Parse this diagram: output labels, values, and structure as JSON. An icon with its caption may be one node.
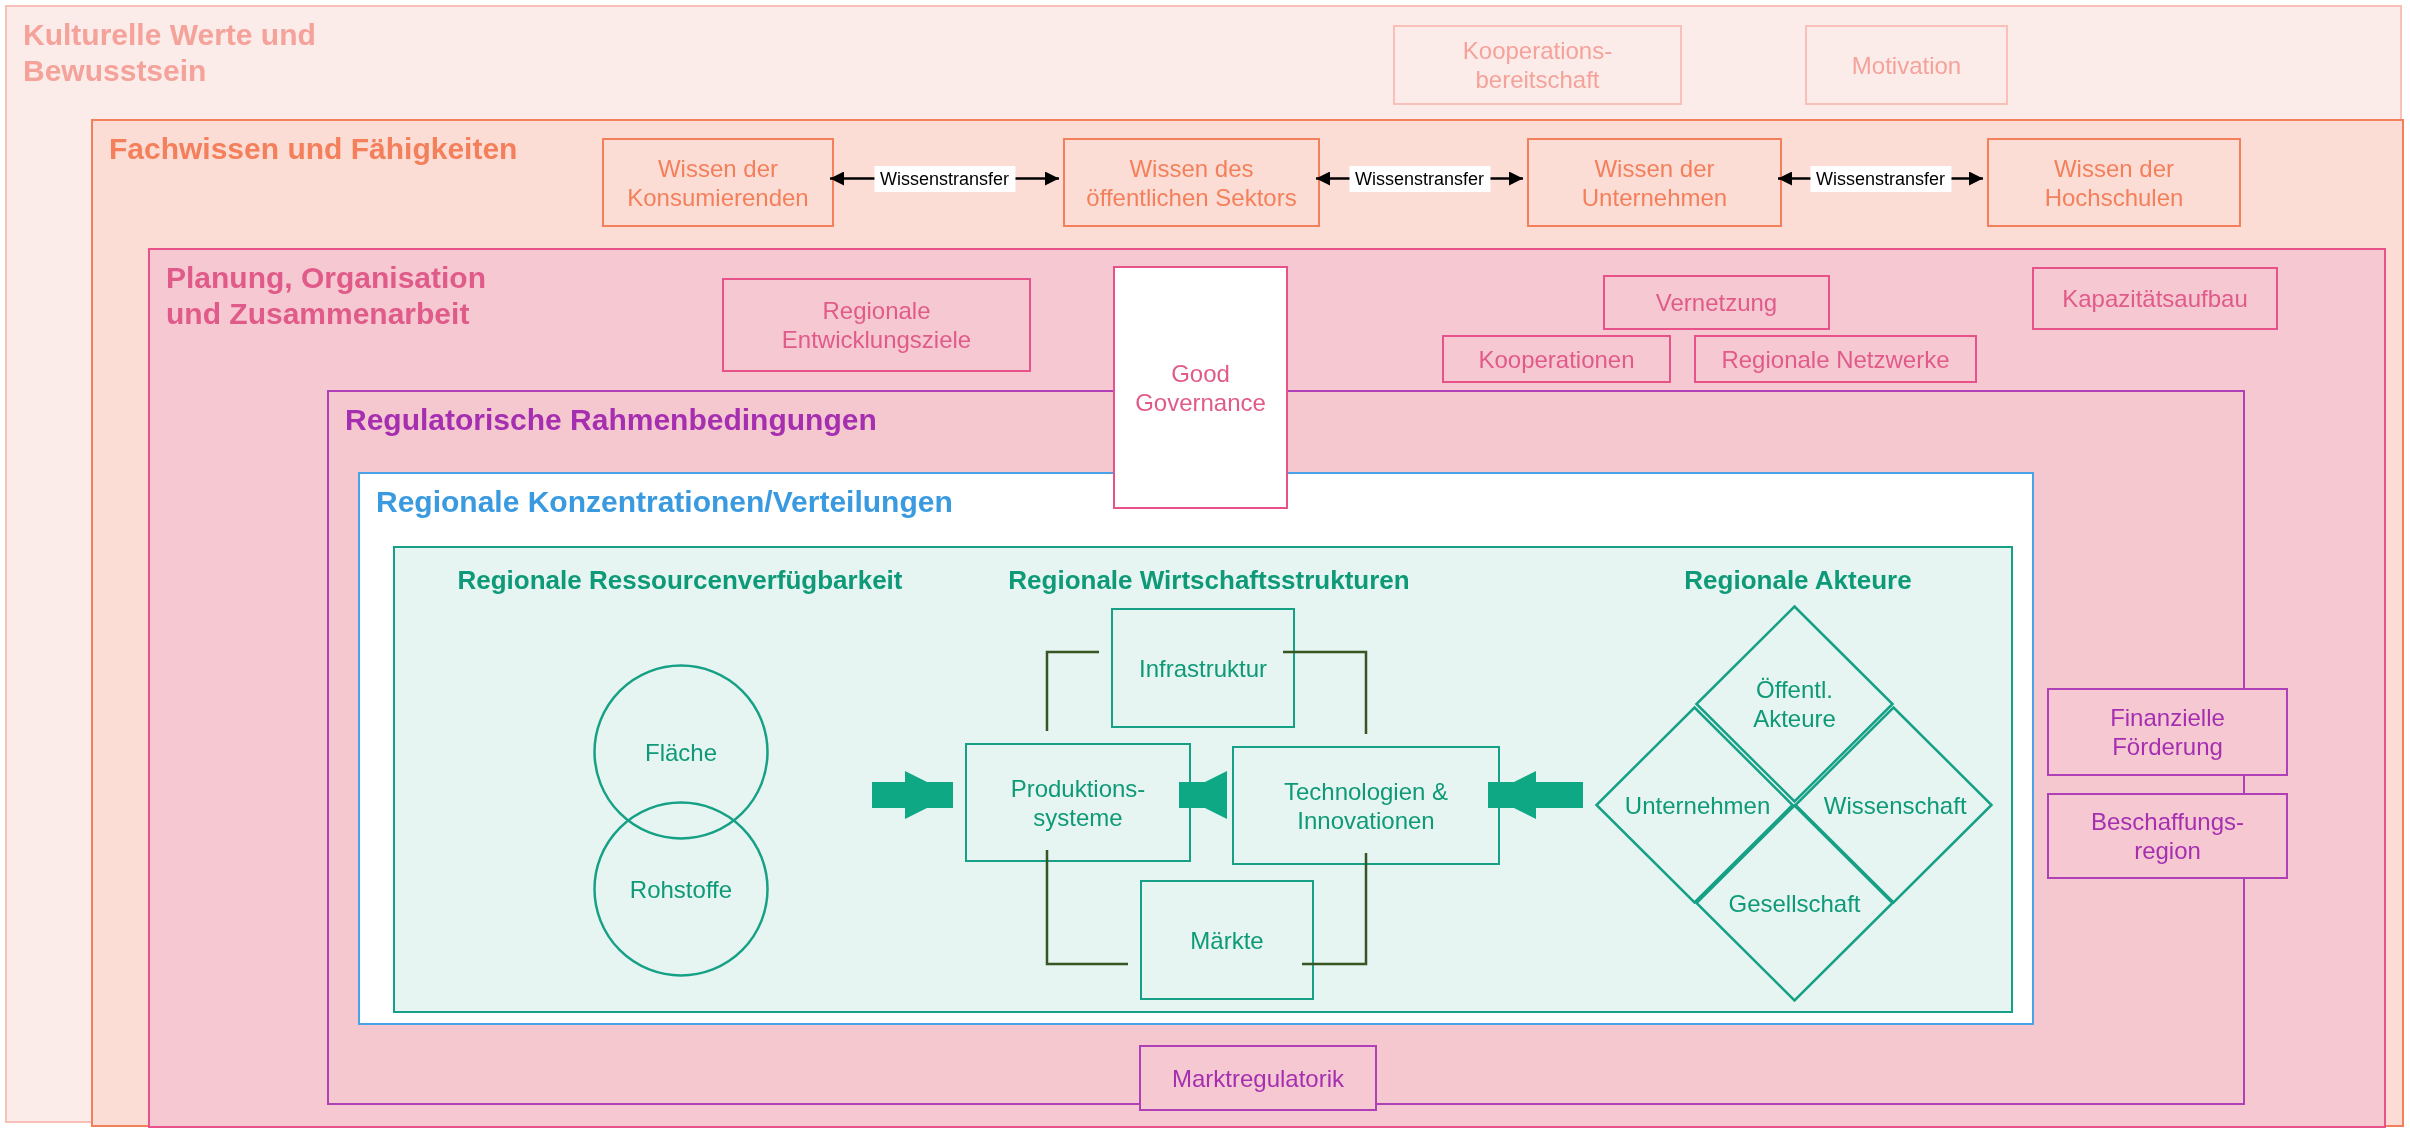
{
  "diagram": {
    "nodes": [
      {
        "text": [
          "Kulturelle Werte und Bewusstsein"
        ]
      },
      {
        "text": [
          "Kooperations-bereitschaft"
        ],
        "in": 0
      },
      {
        "text": [
          "Motivation"
        ],
        "in": 0
      },
      {
        "text": [
          "Fachwissen und Fähigkeiten"
        ],
        "in": 0
      },
      {
        "text": [
          "Wissen der Konsumierenden"
        ],
        "in": 3
      },
      {
        "text": [
          "Wissen des öffentlichen Sektors"
        ],
        "in": 3
      },
      {
        "text": [
          "Wissen der Unternehmen"
        ],
        "in": 3
      },
      {
        "text": [
          "Wissen der Hochschulen"
        ],
        "in": 3
      },
      {
        "text": [
          "Planung, Organisation und Zusammenarbeit"
        ],
        "in": 3
      },
      {
        "text": [
          "Regionale Entwicklungsziele"
        ],
        "in": 8
      },
      {
        "text": [
          "Good Governance"
        ],
        "in": 8
      },
      {
        "text": [
          "Vernetzung"
        ],
        "in": 8
      },
      {
        "text": [
          "Kooperationen"
        ],
        "in": 8
      },
      {
        "text": [
          "Regionale Netzwerke"
        ],
        "in": 8
      },
      {
        "text": [
          "Kapazitätsaufbau"
        ],
        "in": 8
      },
      {
        "text": [
          "Regulatorische Rahmenbedingungen"
        ],
        "in": 8
      },
      {
        "text": [
          "Finanzielle Förderung"
        ],
        "in": 8
      },
      {
        "text": [
          "Beschaffungs-region"
        ],
        "in": 8
      },
      {
        "text": [
          "Marktregulatorik"
        ],
        "in": 8
      },
      {
        "text": [
          "Regionale Konzentrationen/Verteilungen"
        ],
        "in": 15
      },
      {
        "text": [],
        "shape": "box",
        "in": 19
      },
      {
        "text": [
          "Fläche"
        ],
        "in": 20
      },
      {
        "text": [
          "Rohstoffe"
        ],
        "in": 20
      },
      {
        "text": [
          "Infrastruktur"
        ],
        "in": 20
      },
      {
        "text": [
          "Produktions-systeme"
        ],
        "in": 20
      },
      {
        "text": [
          "Technologien & Innovationen"
        ],
        "in": 20
      },
      {
        "text": [
          "Märkte"
        ],
        "in": 20
      },
      {
        "text": [
          "Öffentl. Akteure"
        ],
        "in": 20
      },
      {
        "text": [
          "Unternehmen"
        ],
        "in": 20
      },
      {
        "text": [
          "Wissenschaft"
        ],
        "in": 20
      },
      {
        "text": [
          "Gesellschaft"
        ],
        "in": 20
      }
    ],
    "edges": [
      {
        "from": 4,
        "to": 5,
        "arrow": "both",
        "label": "Wissenstransfer"
      },
      {
        "from": 5,
        "to": 6,
        "arrow": "both",
        "label": "Wissenstransfer"
      },
      {
        "from": 6,
        "to": 7,
        "arrow": "both",
        "label": "Wissenstransfer"
      },
      {
        "from": 23,
        "to": 24,
        "arrow": "none",
        "color": "#375623"
      },
      {
        "from": 23,
        "to": 25,
        "arrow": "none",
        "color": "#375623"
      },
      {
        "from": 24,
        "to": 26,
        "arrow": "none",
        "color": "#375623"
      },
      {
        "from": 25,
        "to": 26,
        "arrow": "none",
        "color": "#375623"
      },
      {
        "from": null,
        "to": 24,
        "arrow": "to",
        "style": "thick",
        "color": "#0fa884"
      },
      {
        "from": 25,
        "to": 24,
        "arrow": "to",
        "style": "thick",
        "color": "#0fa884"
      },
      {
        "from": 28,
        "to": 25,
        "arrow": "to",
        "style": "thick",
        "color": "#0fa884"
      }
    ],
    "labels": [
      "Regionale Ressourcenverfügbarkeit",
      "Regionale Wirtschaftsstrukturen",
      "Regionale Akteure"
    ]
  }
}
